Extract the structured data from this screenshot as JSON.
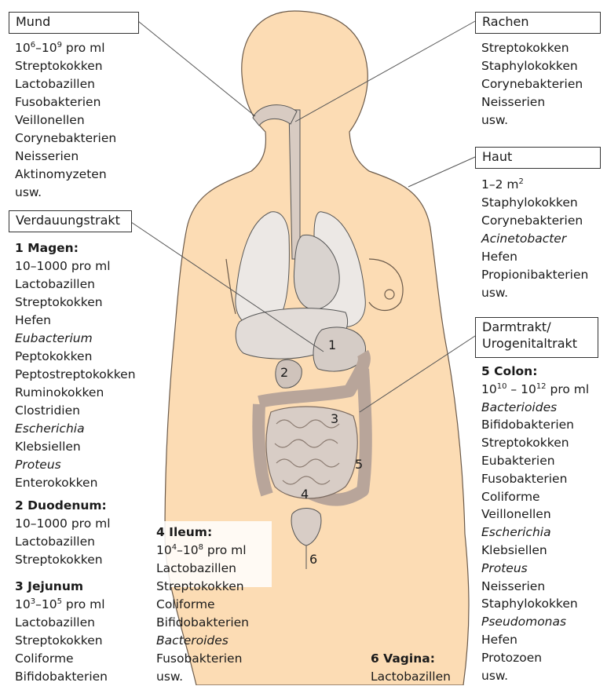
{
  "boxes": {
    "mund": "Mund",
    "rachen": "Rachen",
    "haut": "Haut",
    "verdauung": "Verdauungstrakt",
    "darm_line1": "Darmtrakt/",
    "darm_line2": "Urogenitaltrakt"
  },
  "mund": {
    "conc_base1": "10",
    "conc_exp1": "6",
    "conc_sep": "–",
    "conc_base2": "10",
    "conc_exp2": "9",
    "conc_unit": " pro ml",
    "items": [
      "Streptokokken",
      "Lactobazillen",
      "Fusobakterien",
      "Veillonellen",
      "Corynebakterien",
      "Neisserien",
      "Aktinomyzeten",
      "usw."
    ]
  },
  "rachen": {
    "items": [
      "Streptokokken",
      "Staphylokokken",
      "Corynebakterien",
      "Neisserien",
      "usw."
    ]
  },
  "haut": {
    "area": "1–2 m",
    "area_exp": "2",
    "items": [
      "Staphylokokken",
      "Corynebakterien"
    ],
    "italic_item": "Acinetobacter",
    "items2": [
      "Hefen",
      "Propionibakterien",
      "usw."
    ]
  },
  "magen": {
    "title": "1 Magen:",
    "conc": "10–1000 pro ml",
    "items_a": [
      "Lactobazillen",
      "Streptokokken",
      "Hefen"
    ],
    "ital_a": "Eubacterium",
    "items_b": [
      "Peptokokken",
      "Peptostreptokokken",
      "Ruminokokken",
      "Clostridien"
    ],
    "ital_b": "Escherichia",
    "items_c": [
      "Klebsiellen"
    ],
    "ital_c": "Proteus",
    "items_d": [
      "Enterokokken"
    ]
  },
  "duodenum": {
    "title": "2 Duodenum:",
    "conc": "10–1000 pro ml",
    "items": [
      "Lactobazillen",
      "Streptokokken"
    ]
  },
  "jejunum": {
    "title": "3 Jejunum",
    "conc_base1": "10",
    "conc_exp1": "3",
    "conc_sep": "–",
    "conc_base2": "10",
    "conc_exp2": "5",
    "conc_unit": " pro ml",
    "items": [
      "Lactobazillen",
      "Streptokokken",
      "Coliforme",
      "Bifidobakterien"
    ]
  },
  "ileum": {
    "title": "4 Ileum:",
    "conc_base1": "10",
    "conc_exp1": "4",
    "conc_sep": "–",
    "conc_base2": "10",
    "conc_exp2": "8",
    "conc_unit": " pro ml",
    "items_a": [
      "Lactobazillen",
      "Streptokokken",
      "Coliforme",
      "Bifidobakterien"
    ],
    "ital": "Bacteroides",
    "items_b": [
      "Fusobakterien",
      "usw."
    ]
  },
  "vagina": {
    "title": "6 Vagina:",
    "items": [
      "Lactobazillen"
    ]
  },
  "colon": {
    "title": "5 Colon:",
    "conc_base1": "10",
    "conc_exp1": "10",
    "conc_sep": " – ",
    "conc_base2": "10",
    "conc_exp2": "12",
    "conc_unit": " pro ml",
    "ital_a": "Bacterioides",
    "items_a": [
      "Bifidobakterien",
      "Streptokokken",
      "Eubakterien",
      "Fusobakterien",
      "Coliforme",
      "Veillonellen"
    ],
    "ital_b": "Escherichia",
    "items_b": [
      "Klebsiellen"
    ],
    "ital_c": "Proteus",
    "items_c": [
      "Neisserien",
      "Staphylokokken"
    ],
    "ital_d": "Pseudomonas",
    "items_d": [
      "Hefen",
      "Protozoen",
      "usw."
    ]
  },
  "numbers": [
    "1",
    "2",
    "3",
    "4",
    "5",
    "6"
  ],
  "colors": {
    "skin": "#fcdcb4",
    "organ": "#e6e0dc",
    "organ_dark": "#c9c0bb",
    "colon": "#b8a59a",
    "line": "#444444"
  }
}
